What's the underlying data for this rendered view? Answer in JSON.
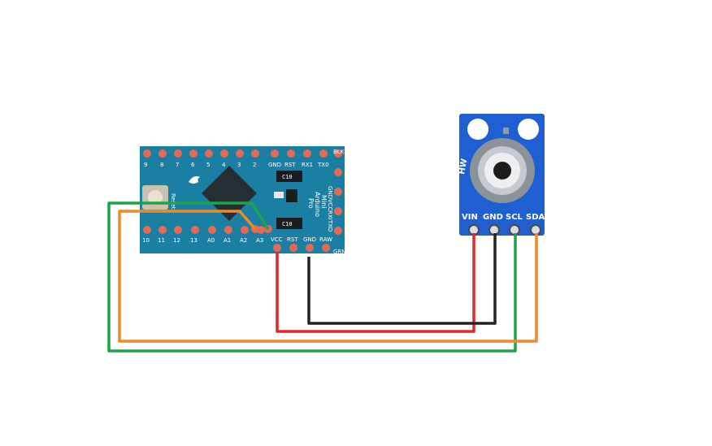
{
  "colors": {
    "background": "#ffffff",
    "board": "#1a7fa3",
    "sensor_board": "#1f5fd1",
    "pin_pad": "#e46a55",
    "wire_vcc": "#e0272b",
    "wire_gnd": "#222222",
    "wire_scl": "#1ea34a",
    "wire_sda": "#ee8a2a"
  },
  "arduino": {
    "top_pins": [
      "9",
      "8",
      "7",
      "6",
      "5",
      "4",
      "3",
      "2",
      "GND",
      "RST",
      "RX1",
      "TX0"
    ],
    "right_top_label": "BLK",
    "bottom_pins": [
      "10",
      "11",
      "12",
      "13",
      "A0",
      "A1",
      "A2",
      "A3",
      "VCC",
      "RST",
      "GND",
      "RAW"
    ],
    "right_bottom_label": "GRN",
    "side_pins": [
      "GND",
      "VCC",
      "RXI",
      "TXO"
    ],
    "reset_label": "Reset",
    "chip_top": "C10",
    "chip_bottom": "C10",
    "board_name_lines": [
      "Mini",
      "Arduino",
      "Pro"
    ]
  },
  "sensor": {
    "brand": "HW",
    "pins": [
      "VIN",
      "GND",
      "SCL",
      "SDA"
    ]
  },
  "wires": [
    {
      "name": "VCC",
      "from": "VCC",
      "to": "VIN"
    },
    {
      "name": "GND",
      "from": "GND",
      "to": "GND"
    },
    {
      "name": "SCL",
      "from": "A5",
      "to": "SCL"
    },
    {
      "name": "SDA",
      "from": "A4",
      "to": "SDA"
    }
  ]
}
